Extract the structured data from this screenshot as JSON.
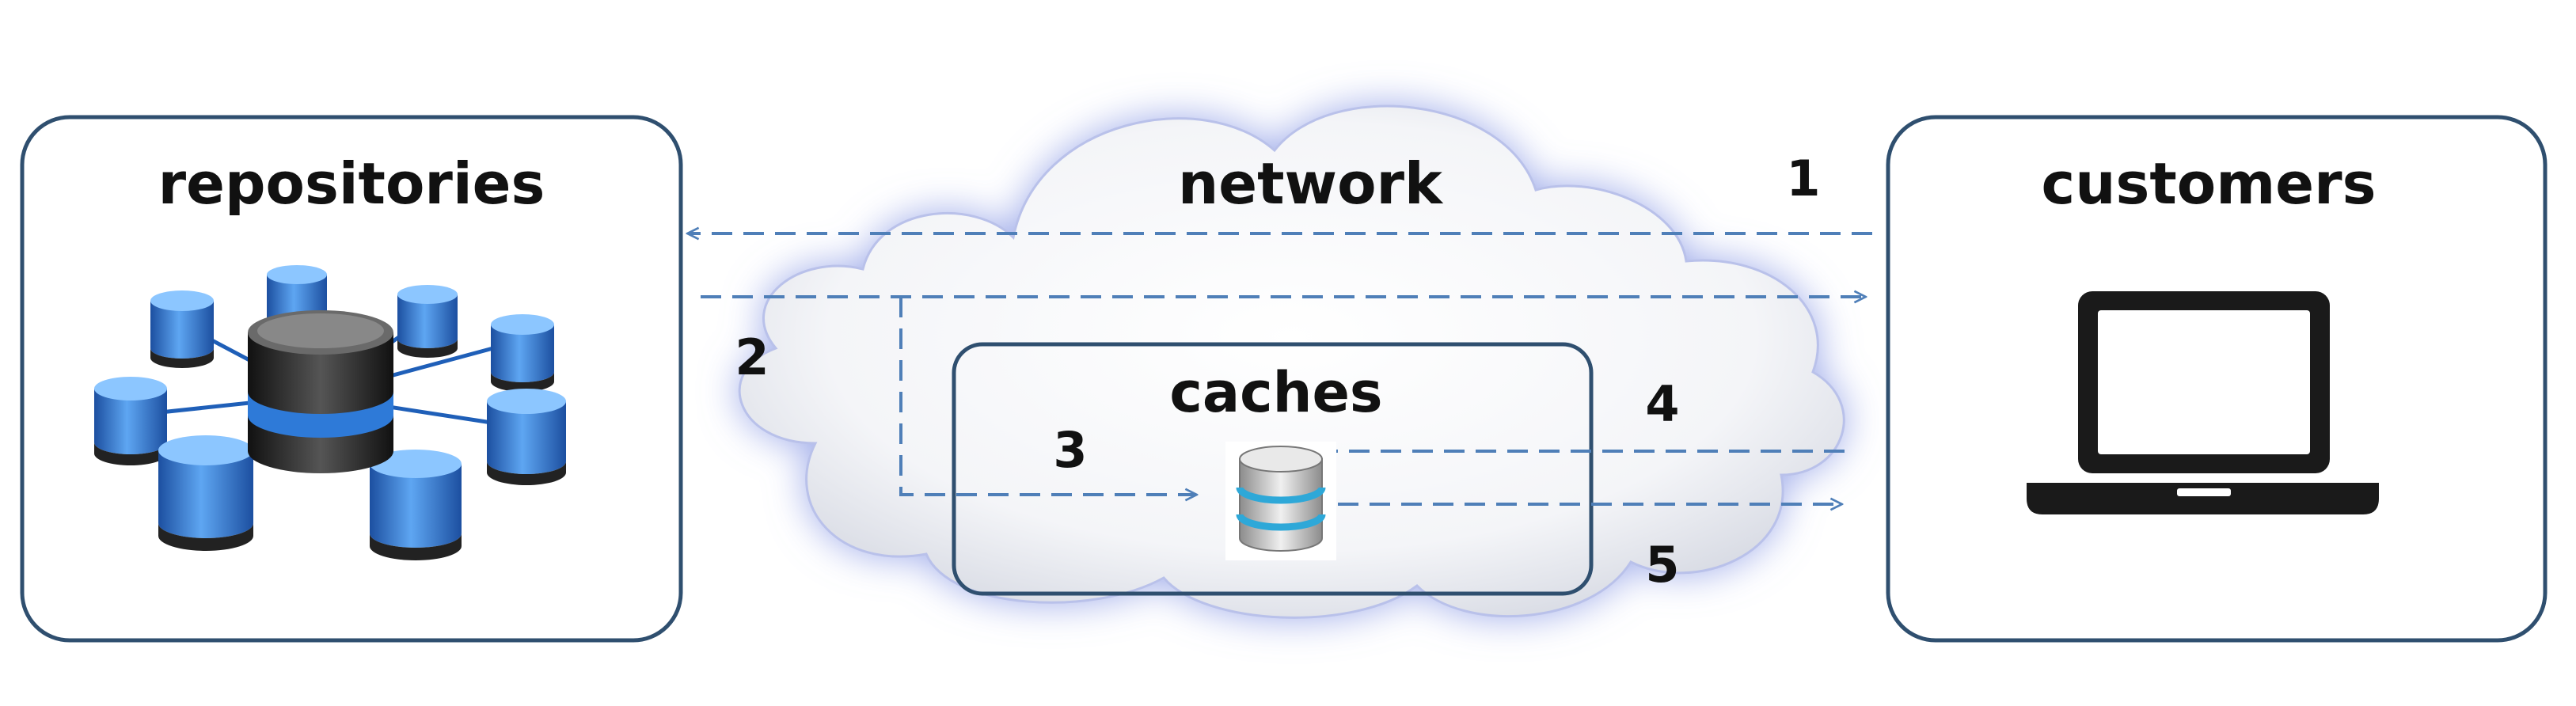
{
  "labels": {
    "repositories": "repositories",
    "network": "network",
    "customers": "customers",
    "caches": "caches"
  },
  "steps": [
    "1",
    "2",
    "3",
    "4",
    "5"
  ],
  "colors": {
    "box_stroke": "#2f4f6f",
    "arrow": "#4f7fb8",
    "cloud_glow": "#a9b4ec",
    "db_blue": "#2e7ad8",
    "laptop": "#1a1a1a"
  },
  "icons": {
    "repositories": "database-network-icon",
    "caches": "database-icon",
    "customers": "laptop-icon"
  }
}
